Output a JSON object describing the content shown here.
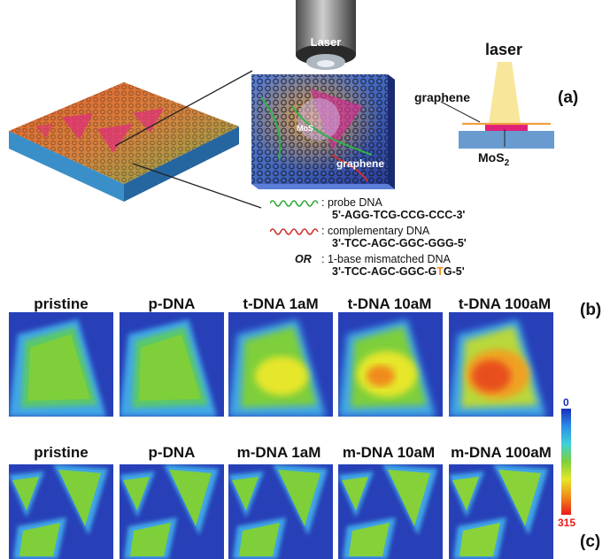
{
  "figure": {
    "panel_a": {
      "label": "(a)",
      "laser_head_label": "Laser",
      "graphene_tile_label": "graphene",
      "mos2_tile_label": "MoS",
      "schematic": {
        "laser_label": "laser",
        "graphene_label": "graphene",
        "mos2_label": "MoS",
        "mos2_subscript": "2"
      },
      "legend": {
        "probe_label": ": probe DNA",
        "probe_seq": "5'-AGG-TCG-CCG-CCC-3'",
        "comp_label": ": complementary DNA",
        "comp_seq": "3'-TCC-AGC-GGC-GGG-5'",
        "or_word": "OR",
        "mismatch_label": ": 1-base mismatched DNA",
        "mismatch_seq_prefix": "3'-TCC-AGC-GGC-G",
        "mismatch_seq_highlight": "T",
        "mismatch_seq_suffix": "G-5'"
      }
    },
    "panel_b": {
      "label": "(b)",
      "titles": [
        "pristine",
        "p-DNA",
        "t-DNA  1aM",
        "t-DNA  10aM",
        "t-DNA  100aM"
      ]
    },
    "panel_c": {
      "label": "(c)",
      "titles": [
        "pristine",
        "p-DNA",
        "m-DNA  1aM",
        "m-DNA  10aM",
        "m-DNA  100aM"
      ]
    },
    "colorbar": {
      "top_label": "0",
      "bottom_label": "315",
      "colors": [
        "#1a2fb8",
        "#2a8ee8",
        "#3fd0d8",
        "#7ecf3a",
        "#e6e62a",
        "#f08a1a",
        "#e81a1a"
      ]
    }
  }
}
